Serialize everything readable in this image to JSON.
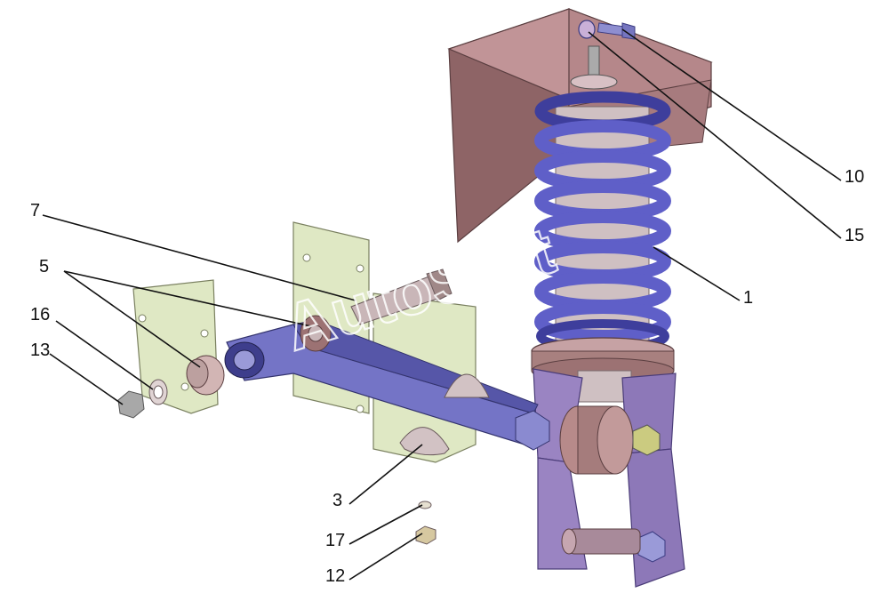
{
  "watermark": "AutoSoft",
  "callouts": [
    {
      "id": "label-1",
      "text": "1"
    },
    {
      "id": "label-3",
      "text": "3"
    },
    {
      "id": "label-5",
      "text": "5"
    },
    {
      "id": "label-7",
      "text": "7"
    },
    {
      "id": "label-10",
      "text": "10"
    },
    {
      "id": "label-12",
      "text": "12"
    },
    {
      "id": "label-13",
      "text": "13"
    },
    {
      "id": "label-15",
      "text": "15"
    },
    {
      "id": "label-16",
      "text": "16"
    },
    {
      "id": "label-17",
      "text": "17"
    }
  ],
  "colors": {
    "bracket": "#b5878a",
    "bracket_dark": "#8e6466",
    "spring": "#5f5fc8",
    "spring_dark": "#3e3e9c",
    "plate": "#dfe8c4",
    "arm": "#7474c6",
    "rod": "#c9b6b8",
    "mount": "#8d78b8",
    "bushing": "#a57c7c"
  }
}
